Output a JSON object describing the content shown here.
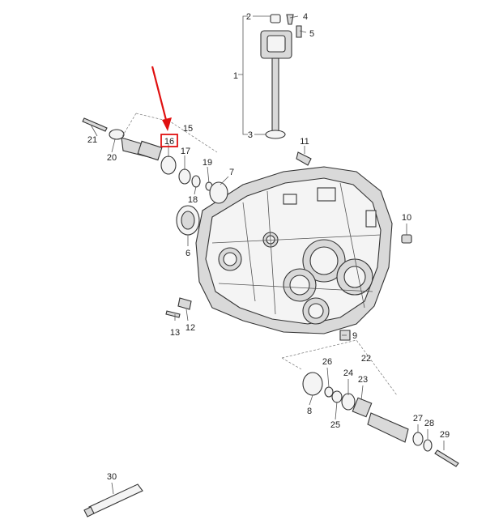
{
  "diagram": {
    "highlight_color": "#e01010",
    "highlighted_callout": "16",
    "callouts": [
      {
        "id": "c1",
        "label": "1"
      },
      {
        "id": "c2",
        "label": "2"
      },
      {
        "id": "c3",
        "label": "3"
      },
      {
        "id": "c4",
        "label": "4"
      },
      {
        "id": "c5",
        "label": "5"
      },
      {
        "id": "c6",
        "label": "6"
      },
      {
        "id": "c7",
        "label": "7"
      },
      {
        "id": "c8",
        "label": "8"
      },
      {
        "id": "c9",
        "label": "9"
      },
      {
        "id": "c10",
        "label": "10"
      },
      {
        "id": "c11",
        "label": "11"
      },
      {
        "id": "c12",
        "label": "12"
      },
      {
        "id": "c13",
        "label": "13"
      },
      {
        "id": "c15",
        "label": "15"
      },
      {
        "id": "c16",
        "label": "16"
      },
      {
        "id": "c17",
        "label": "17"
      },
      {
        "id": "c18",
        "label": "18"
      },
      {
        "id": "c19",
        "label": "19"
      },
      {
        "id": "c20",
        "label": "20"
      },
      {
        "id": "c21",
        "label": "21"
      },
      {
        "id": "c22",
        "label": "22"
      },
      {
        "id": "c23",
        "label": "23"
      },
      {
        "id": "c24",
        "label": "24"
      },
      {
        "id": "c25",
        "label": "25"
      },
      {
        "id": "c26",
        "label": "26"
      },
      {
        "id": "c27",
        "label": "27"
      },
      {
        "id": "c28",
        "label": "28"
      },
      {
        "id": "c29",
        "label": "29"
      },
      {
        "id": "c30",
        "label": "30"
      }
    ]
  }
}
